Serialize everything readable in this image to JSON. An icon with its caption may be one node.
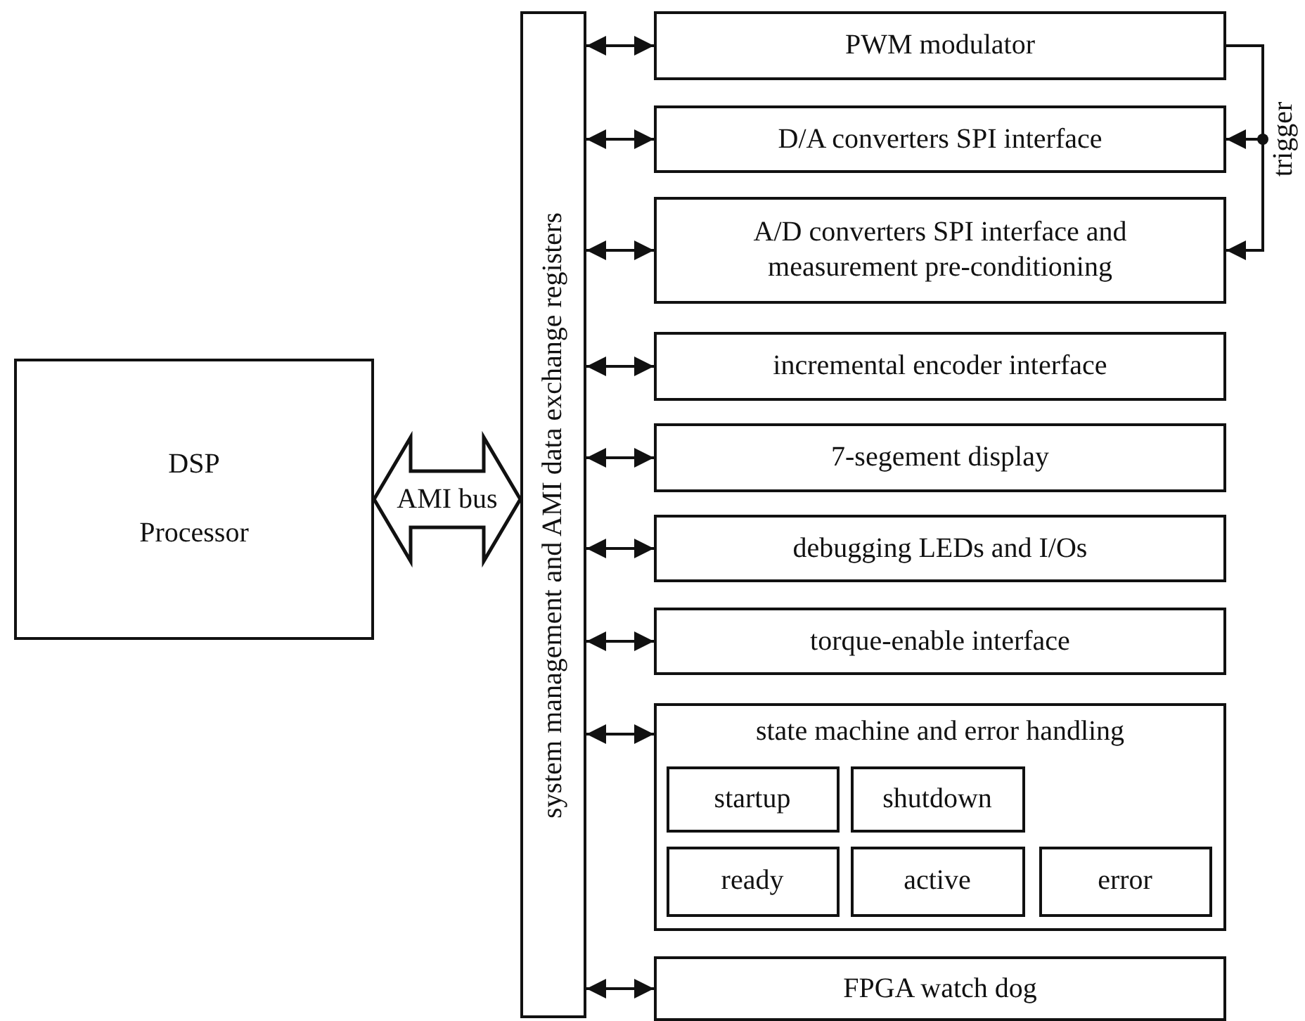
{
  "diagram": {
    "nodes": [
      {
        "text": [
          "DSP",
          "Processor"
        ]
      },
      {
        "text": [
          "system management and AMI data exchange registers"
        ]
      },
      {
        "text": [
          "PWM modulator"
        ]
      },
      {
        "text": [
          "D/A converters SPI interface"
        ]
      },
      {
        "text": [
          "A/D converters SPI interface and measurement pre-conditioning"
        ]
      },
      {
        "text": [
          "incremental encoder interface"
        ]
      },
      {
        "text": [
          "7-segement display"
        ]
      },
      {
        "text": [
          "debugging LEDs and I/Os"
        ]
      },
      {
        "text": [
          "torque-enable interface"
        ]
      },
      {
        "text": [
          "state machine and error handling"
        ]
      },
      {
        "text": [
          "startup"
        ],
        "in": 9
      },
      {
        "text": [
          "shutdown"
        ],
        "in": 9
      },
      {
        "text": [
          "ready"
        ],
        "in": 9
      },
      {
        "text": [
          "active"
        ],
        "in": 9
      },
      {
        "text": [
          "error"
        ],
        "in": 9
      },
      {
        "text": [
          "FPGA watch dog"
        ]
      }
    ],
    "edges": [
      {
        "from": 0,
        "to": 1,
        "arrow": "both",
        "label": "AMI bus",
        "style": "thick"
      },
      {
        "from": 1,
        "to": 2,
        "arrow": "both"
      },
      {
        "from": 1,
        "to": 3,
        "arrow": "both"
      },
      {
        "from": 1,
        "to": 4,
        "arrow": "both"
      },
      {
        "from": 1,
        "to": 5,
        "arrow": "both"
      },
      {
        "from": 1,
        "to": 6,
        "arrow": "both"
      },
      {
        "from": 1,
        "to": 7,
        "arrow": "both"
      },
      {
        "from": 1,
        "to": 8,
        "arrow": "both"
      },
      {
        "from": 1,
        "to": 9,
        "arrow": "both"
      },
      {
        "from": 1,
        "to": 15,
        "arrow": "both"
      },
      {
        "from": 2,
        "to": 3,
        "arrow": "to",
        "label": "trigger"
      },
      {
        "from": 2,
        "to": 4,
        "arrow": "to"
      }
    ]
  }
}
